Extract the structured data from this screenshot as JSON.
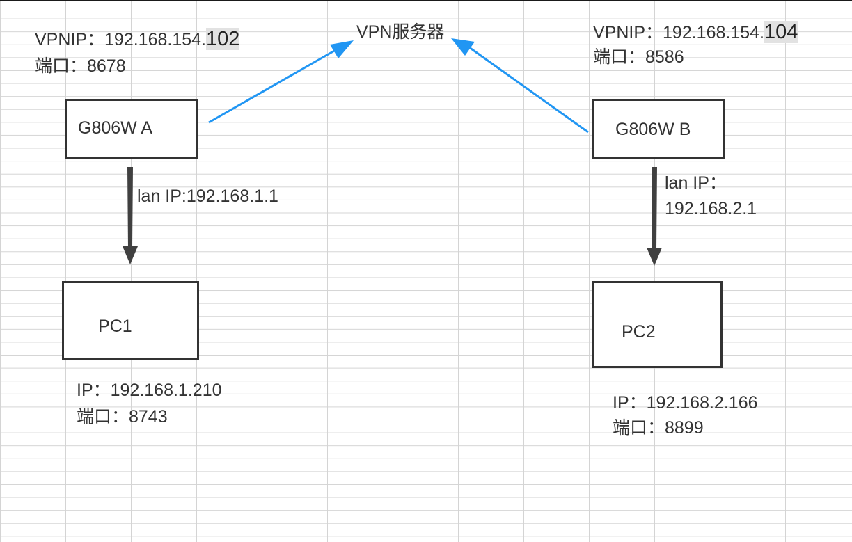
{
  "server": {
    "label": "VPN服务器"
  },
  "nodes": {
    "a": {
      "name": "G806W A",
      "vpnip_prefix": "VPNIP：192.168.154.",
      "vpnip_suffix": "102",
      "port": "端口：8678",
      "lan_ip": "lan IP:192.168.1.1",
      "pc_name": "PC1",
      "pc_ip": "IP：192.168.1.210",
      "pc_port": "端口：8743"
    },
    "b": {
      "name": "G806W B",
      "vpnip_prefix": "VPNIP：192.168.154.",
      "vpnip_suffix": "104",
      "port": "端口：8586",
      "lan_ip_line1": "lan IP：",
      "lan_ip_line2": "192.168.2.1",
      "pc_name": "PC2",
      "pc_ip": "IP：192.168.2.166",
      "pc_port": "端口：8899"
    }
  },
  "colors": {
    "vpn_arrow": "#2196f3",
    "lan_arrow": "#404040",
    "box_border": "#333333",
    "grid": "#d4d4d4"
  }
}
